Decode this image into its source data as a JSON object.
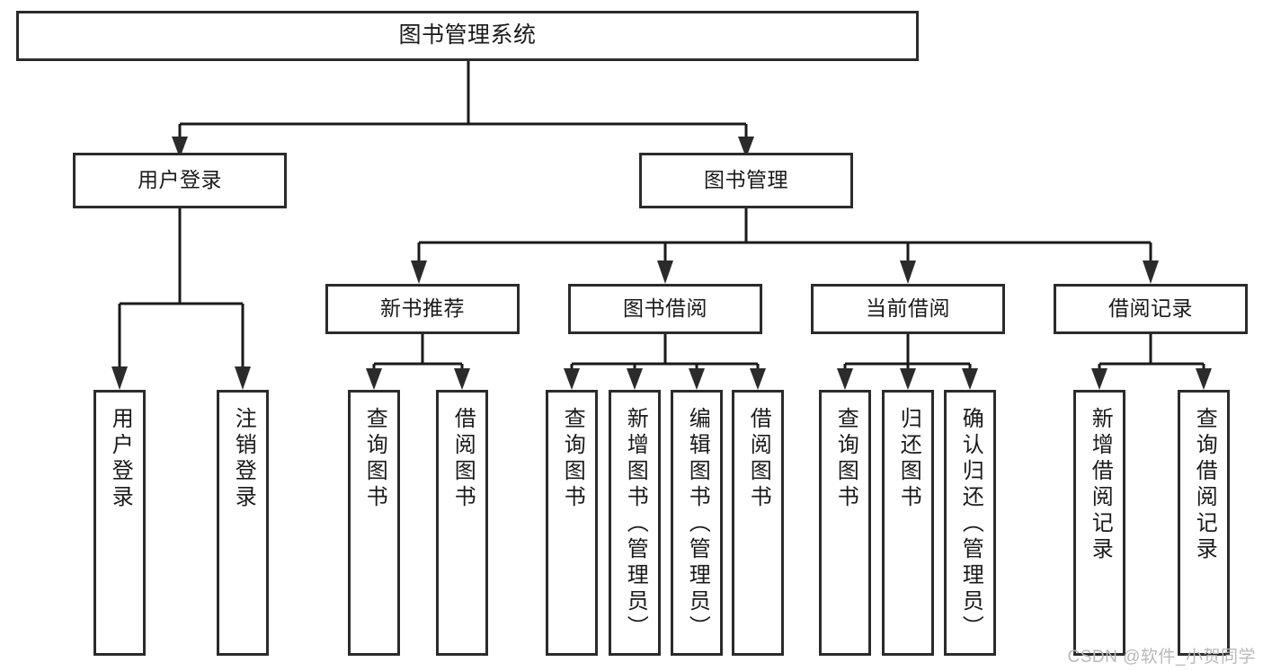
{
  "diagram": {
    "title": "图书管理系统",
    "type": "tree-hierarchy",
    "root": {
      "label": "图书管理系统"
    },
    "level2": [
      {
        "label": "用户登录"
      },
      {
        "label": "图书管理"
      }
    ],
    "level3": [
      {
        "label": "新书推荐"
      },
      {
        "label": "图书借阅"
      },
      {
        "label": "当前借阅"
      },
      {
        "label": "借阅记录"
      }
    ],
    "leaves": {
      "user_login": [
        {
          "label": "用户登录"
        },
        {
          "label": "注销登录"
        }
      ],
      "new_book_recommend": [
        {
          "label": "查询图书"
        },
        {
          "label": "借阅图书"
        }
      ],
      "book_borrow": [
        {
          "label": "查询图书"
        },
        {
          "label": "新增图书（管理员）"
        },
        {
          "label": "编辑图书（管理员）"
        },
        {
          "label": "借阅图书"
        }
      ],
      "current_borrow": [
        {
          "label": "查询图书"
        },
        {
          "label": "归还图书"
        },
        {
          "label": "确认归还（管理员）"
        }
      ],
      "borrow_record": [
        {
          "label": "新增借阅记录"
        },
        {
          "label": "查询借阅记录"
        }
      ]
    }
  },
  "watermark": {
    "text": "CSDN @软件_小贺同学"
  },
  "colors": {
    "background": "#ffffff",
    "box_border": "#2b2b2b",
    "connector": "#1a1a1a",
    "text": "#1a1a1a",
    "watermark": "#b9b9b9"
  }
}
